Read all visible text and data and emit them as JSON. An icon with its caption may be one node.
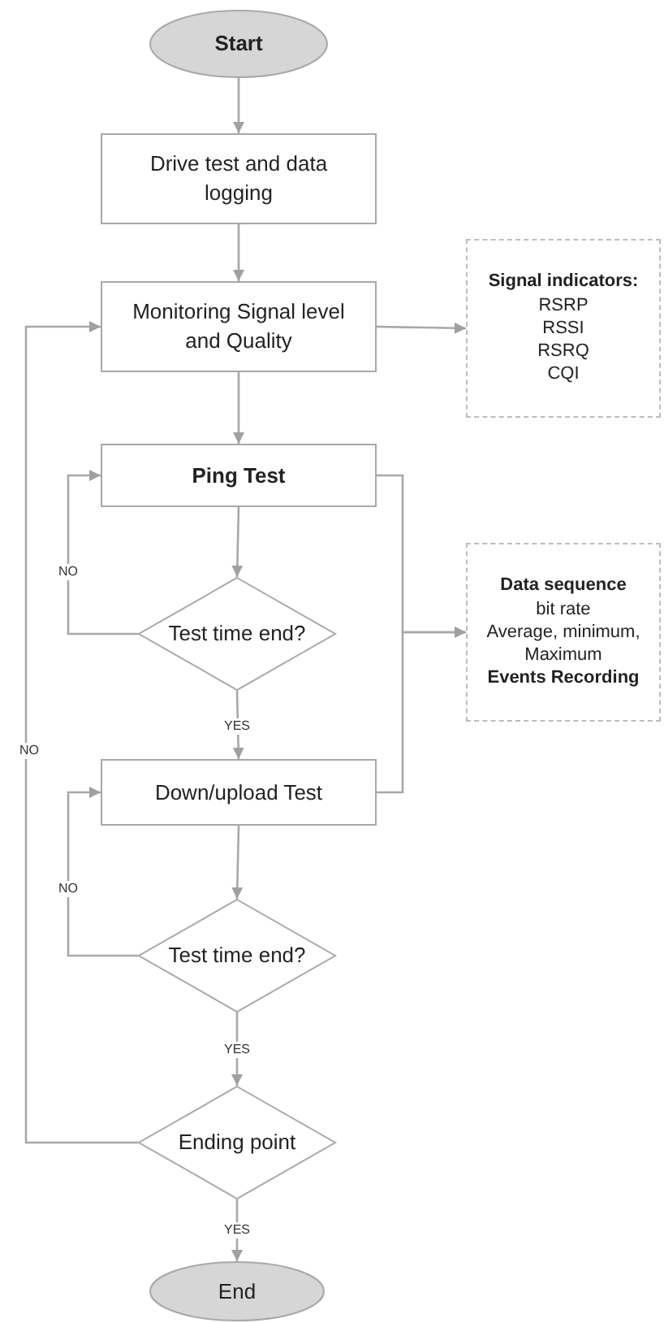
{
  "diagram": {
    "nodes": [
      {
        "text": [
          "Start"
        ]
      },
      {
        "text": [
          "Drive test and data logging"
        ]
      },
      {
        "text": [
          "Monitoring Signal level and Quality"
        ]
      },
      {
        "text": [
          "Signal indicators:",
          "RSRP",
          "RSSI",
          "RSRQ",
          "CQI"
        ]
      },
      {
        "text": [
          "Ping Test"
        ]
      },
      {
        "text": [
          "Test time end?"
        ]
      },
      {
        "text": [
          "Data sequence",
          "bit rate",
          "Average, minimum, Maximum",
          "Events Recording"
        ]
      },
      {
        "text": [
          "Down/upload Test"
        ]
      },
      {
        "text": [
          "Test time end?"
        ]
      },
      {
        "text": [
          "Ending point"
        ]
      },
      {
        "text": [
          "End"
        ]
      }
    ],
    "edges": [
      {
        "from": 0,
        "to": 1,
        "arrow": "to"
      },
      {
        "from": 1,
        "to": 2,
        "arrow": "to"
      },
      {
        "from": 2,
        "to": 3,
        "arrow": "to"
      },
      {
        "from": 2,
        "to": 4,
        "arrow": "to"
      },
      {
        "from": 4,
        "to": 5,
        "arrow": "to"
      },
      {
        "from": 5,
        "to": 4,
        "arrow": "to",
        "label": "NO"
      },
      {
        "from": 5,
        "to": 7,
        "arrow": "to",
        "label": "YES"
      },
      {
        "from": 4,
        "to": 6,
        "arrow": "to"
      },
      {
        "from": 7,
        "to": 6,
        "arrow": "to"
      },
      {
        "from": 7,
        "to": 8,
        "arrow": "to"
      },
      {
        "from": 8,
        "to": 7,
        "arrow": "to",
        "label": "NO"
      },
      {
        "from": 8,
        "to": 9,
        "arrow": "to",
        "label": "YES"
      },
      {
        "from": 9,
        "to": 2,
        "arrow": "to",
        "label": "NO"
      },
      {
        "from": 9,
        "to": 10,
        "arrow": "to",
        "label": "YES"
      }
    ]
  }
}
